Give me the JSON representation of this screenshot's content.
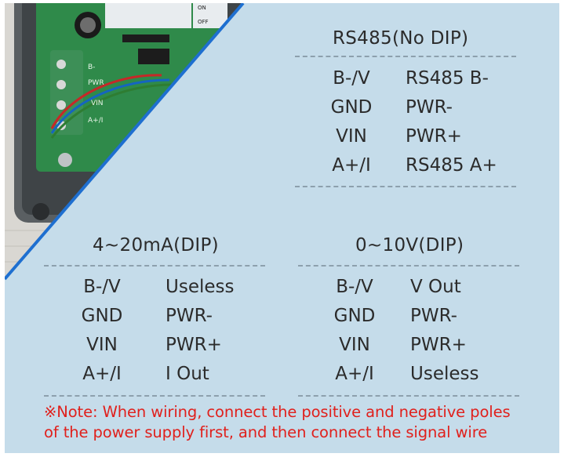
{
  "colors": {
    "background": "#c5dcea",
    "text": "#2b2b2b",
    "note": "#e0201c",
    "divider": "#1e6fd0"
  },
  "photo": {
    "labels": [
      "B-",
      "PWR",
      "VIN",
      "A+/I",
      "ON",
      "OFF"
    ]
  },
  "rs485": {
    "title": "RS485(No DIP)",
    "rows": [
      {
        "pin": "B-/V",
        "fn": "RS485 B-"
      },
      {
        "pin": "GND",
        "fn": "PWR-"
      },
      {
        "pin": "VIN",
        "fn": "PWR+"
      },
      {
        "pin": "A+/I",
        "fn": "RS485 A+"
      }
    ]
  },
  "current": {
    "title": "4~20mA(DIP)",
    "rows": [
      {
        "pin": "B-/V",
        "fn": "Useless"
      },
      {
        "pin": "GND",
        "fn": "PWR-"
      },
      {
        "pin": "VIN",
        "fn": "PWR+"
      },
      {
        "pin": "A+/I",
        "fn": "I Out"
      }
    ]
  },
  "voltage": {
    "title": "0~10V(DIP)",
    "rows": [
      {
        "pin": "B-/V",
        "fn": "V Out"
      },
      {
        "pin": "GND",
        "fn": "PWR-"
      },
      {
        "pin": "VIN",
        "fn": "PWR+"
      },
      {
        "pin": "A+/I",
        "fn": "Useless"
      }
    ]
  },
  "note": {
    "line1": "※Note: When wiring, connect the positive and negative poles",
    "line2": "of the power supply first, and then connect the signal wire"
  }
}
